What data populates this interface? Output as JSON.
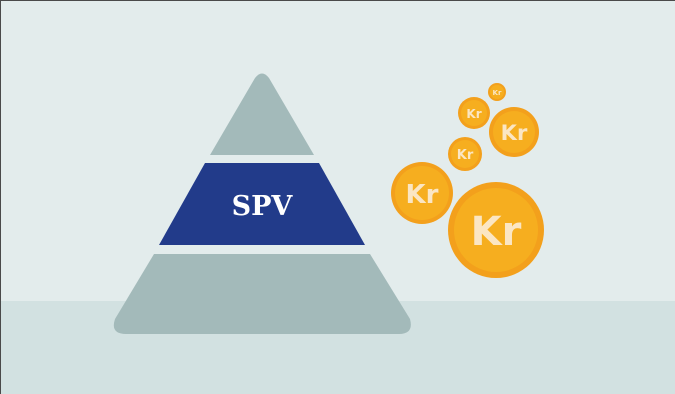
{
  "colors": {
    "background": "#e3ecec",
    "floor": "#d2e1e1",
    "pyramid_section": "#a3baba",
    "band": "#223b8a",
    "band_text": "#ffffff",
    "coin_face": "#f6ae1f",
    "coin_rim": "#f3a01c",
    "coin_symbol": "#fbe6c3"
  },
  "pyramid": {
    "band_label": "SPV"
  },
  "coins": {
    "symbol": "Kr",
    "count": 6
  }
}
